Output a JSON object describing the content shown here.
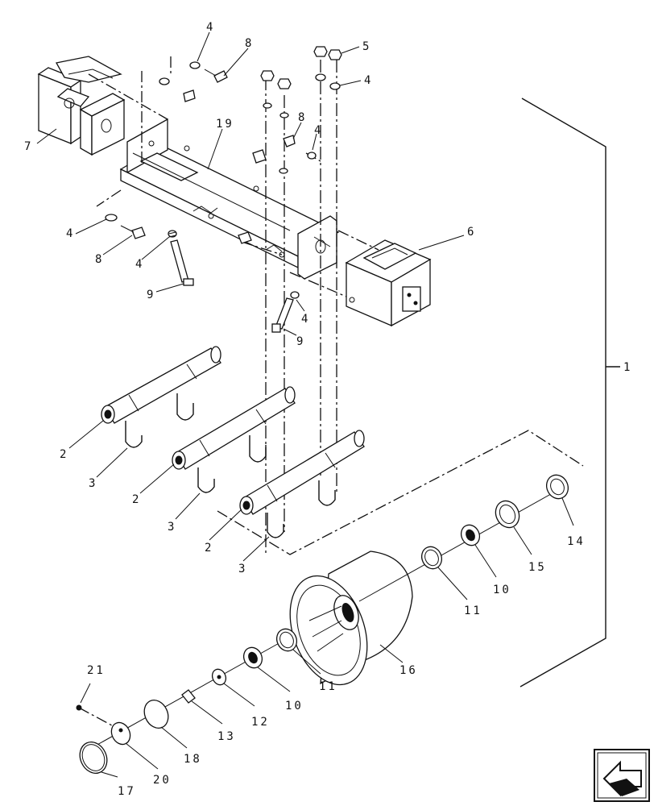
{
  "diagram": {
    "callouts": {
      "c1": "1",
      "c2a": "2",
      "c2b": "2",
      "c2c": "2",
      "c3a": "3",
      "c3b": "3",
      "c3c": "3",
      "c4a": "4",
      "c4b": "4",
      "c4c": "4",
      "c4d": "4",
      "c4e": "4",
      "c4f": "4",
      "c5": "5",
      "c6": "6",
      "c7": "7",
      "c8a": "8",
      "c8b": "8",
      "c8c": "8",
      "c9a": "9",
      "c9b": "9",
      "c10a": "10",
      "c10b": "10",
      "c11a": "11",
      "c11b": "11",
      "c12": "12",
      "c13": "13",
      "c14": "14",
      "c15": "15",
      "c16": "16",
      "c17": "17",
      "c18": "18",
      "c19": "19",
      "c20": "20",
      "c21": "21"
    },
    "nav_icon": "back-arrow-icon"
  }
}
